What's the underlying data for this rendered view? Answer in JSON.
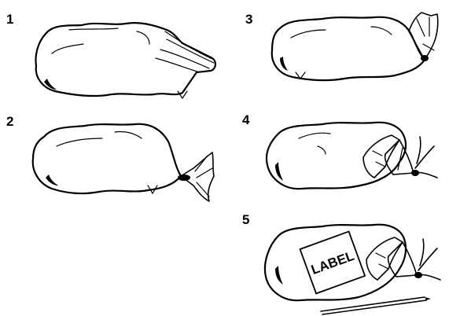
{
  "steps": [
    {
      "number": "1"
    },
    {
      "number": "2"
    },
    {
      "number": "3"
    },
    {
      "number": "4"
    },
    {
      "number": "5",
      "label_text": "LABEL"
    }
  ],
  "colors": {
    "ink": "#000000",
    "paper": "#ffffff"
  }
}
